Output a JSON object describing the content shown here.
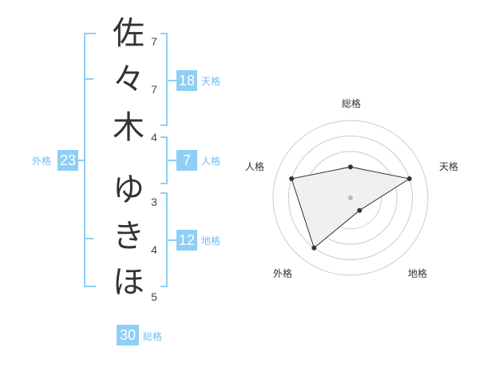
{
  "name": {
    "chars": [
      "佐",
      "々",
      "木",
      "ゆ",
      "き",
      "ほ"
    ],
    "strokes": [
      "7",
      "7",
      "4",
      "3",
      "4",
      "5"
    ]
  },
  "kaku": {
    "tenkaku": {
      "value": "18",
      "label": "天格"
    },
    "jinkaku": {
      "value": "7",
      "label": "人格"
    },
    "chikaku": {
      "value": "12",
      "label": "地格"
    },
    "gaikaku": {
      "value": "23",
      "label": "外格"
    },
    "soukaku": {
      "value": "30",
      "label": "総格"
    }
  },
  "radar": {
    "labels": {
      "top": "総格",
      "right": "天格",
      "bottom_right": "地格",
      "bottom_left": "外格",
      "left": "人格"
    },
    "order": [
      "総格",
      "天格",
      "地格",
      "外格",
      "人格"
    ],
    "scores": [
      2,
      4,
      1,
      4,
      4
    ],
    "max": 5,
    "colors": {
      "fill": "#eeeeee",
      "line": "#333333",
      "grid": "#cccccc",
      "center": "#bbbbbb"
    }
  },
  "colors": {
    "accent": "#8ecff6",
    "label": "#73bdee"
  }
}
